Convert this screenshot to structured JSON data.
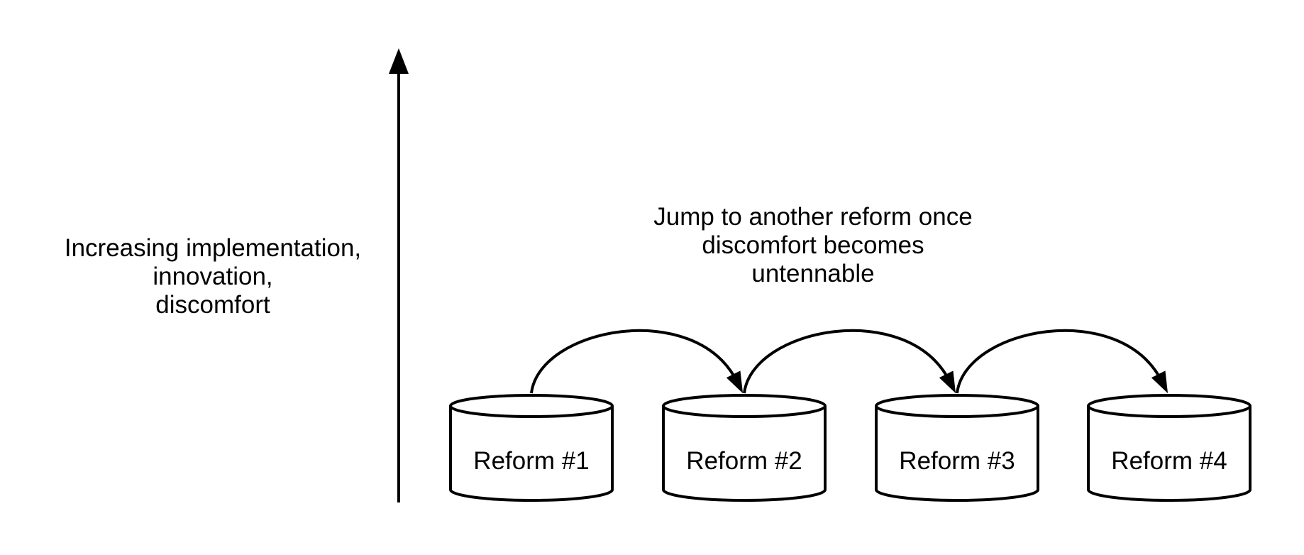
{
  "colors": {
    "background": "#ffffff",
    "ink": "#000000"
  },
  "axis": {
    "label": "Increasing implementation,\ninnovation,\ndiscomfort"
  },
  "annotation": {
    "label": "Jump to another reform once\ndiscomfort becomes\nuntennable"
  },
  "cylinders": [
    {
      "label": "Reform #1"
    },
    {
      "label": "Reform #2"
    },
    {
      "label": "Reform #3"
    },
    {
      "label": "Reform #4"
    }
  ],
  "connections": [
    {
      "from": "Reform #1",
      "to": "Reform #2"
    },
    {
      "from": "Reform #2",
      "to": "Reform #3"
    },
    {
      "from": "Reform #3",
      "to": "Reform #4"
    }
  ]
}
